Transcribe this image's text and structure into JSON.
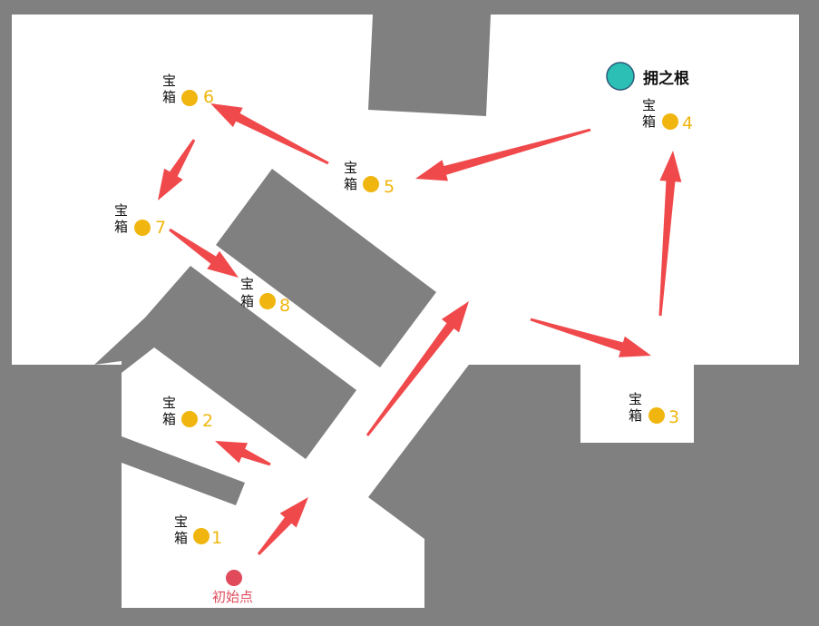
{
  "colors": {
    "floor": "#ffffff",
    "wall": "#808080",
    "arrow": "#f0494b",
    "chest": "#f0b60f",
    "start": "#e04a5a",
    "poi": "#2cbfb5"
  },
  "chest_label_line1": "宝",
  "chest_label_line2": "箱",
  "chests": [
    {
      "number": "1"
    },
    {
      "number": "2"
    },
    {
      "number": "3"
    },
    {
      "number": "4"
    },
    {
      "number": "5"
    },
    {
      "number": "6"
    },
    {
      "number": "7"
    },
    {
      "number": "8"
    }
  ],
  "start": {
    "label": "初始点"
  },
  "poi": {
    "label": "拥之根",
    "icon": "teal-circle-marker"
  }
}
